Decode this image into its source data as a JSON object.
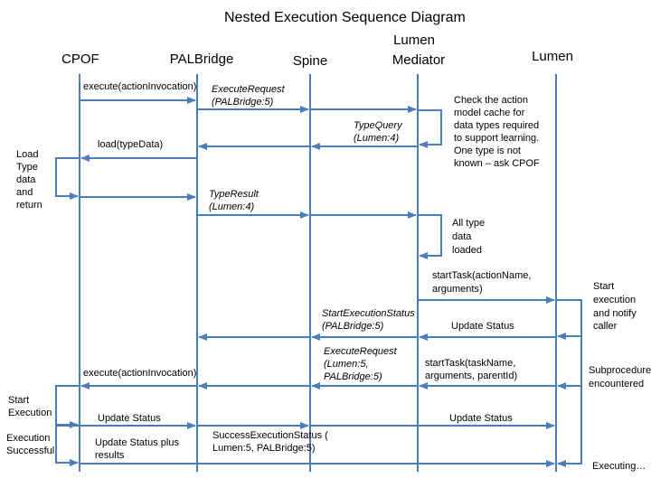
{
  "title": "Nested Execution Sequence Diagram",
  "lifelines": [
    "CPOF",
    "PALBridge",
    "Spine",
    "Lumen Mediator",
    "Lumen"
  ],
  "lifeline_heads": {
    "cpof": "CPOF",
    "palbridge": "PALBridge",
    "spine": "Spine",
    "mediator_line1": "Lumen",
    "mediator_line2": "Mediator",
    "lumen": "Lumen"
  },
  "messages": {
    "m1": "execute(actionInvocation)",
    "m2a": "ExecuteRequest",
    "m2b": "(PALBridge:5)",
    "m3a": "TypeQuery",
    "m3b": "(Lumen:4)",
    "m4": "load(typeData)",
    "m5a": "TypeResult",
    "m5b": "(Lumen:4)",
    "m6a": "startTask(actionName,",
    "m6b": "arguments)",
    "m7a": "StartExecutionStatus",
    "m7b": "(PALBridge:5)",
    "m8": "Update Status",
    "m9a": "ExecuteRequest",
    "m9b": "(Lumen:5,",
    "m9c": "PALBridge:5)",
    "m10a": "startTask(taskName,",
    "m10b": "arguments, parentId)",
    "m11": "execute(actionInvocation)",
    "m12": "Update Status",
    "m13": "Update Status",
    "m14a": "SuccessExecutionStatus (",
    "m14b": "Lumen:5, PALBridge:5)",
    "m15a": "Update Status plus",
    "m15b": "results"
  },
  "notes": {
    "cache1": "Check the action",
    "cache2": "model cache for",
    "cache3": "data types required",
    "cache4": "to support learning.",
    "cache5": "One type is not",
    "cache6": "known – ask CPOF",
    "load1": "Load",
    "load2": "Type",
    "load3": "data",
    "load4": "and",
    "load5": "return",
    "alltype1": "All type",
    "alltype2": "data",
    "alltype3": "loaded",
    "start1": "Start",
    "start2": "execution",
    "start3": "and notify",
    "start4": "caller",
    "sub1": "Subprocedure",
    "sub2": "encountered",
    "startexec1": "Start",
    "startexec2": "Execution",
    "success1": "Execution",
    "success2": "Successful",
    "executing": "Executing…"
  },
  "colors": {
    "line": "#4a7ebb",
    "text": "#000000",
    "background": "#ffffff"
  }
}
